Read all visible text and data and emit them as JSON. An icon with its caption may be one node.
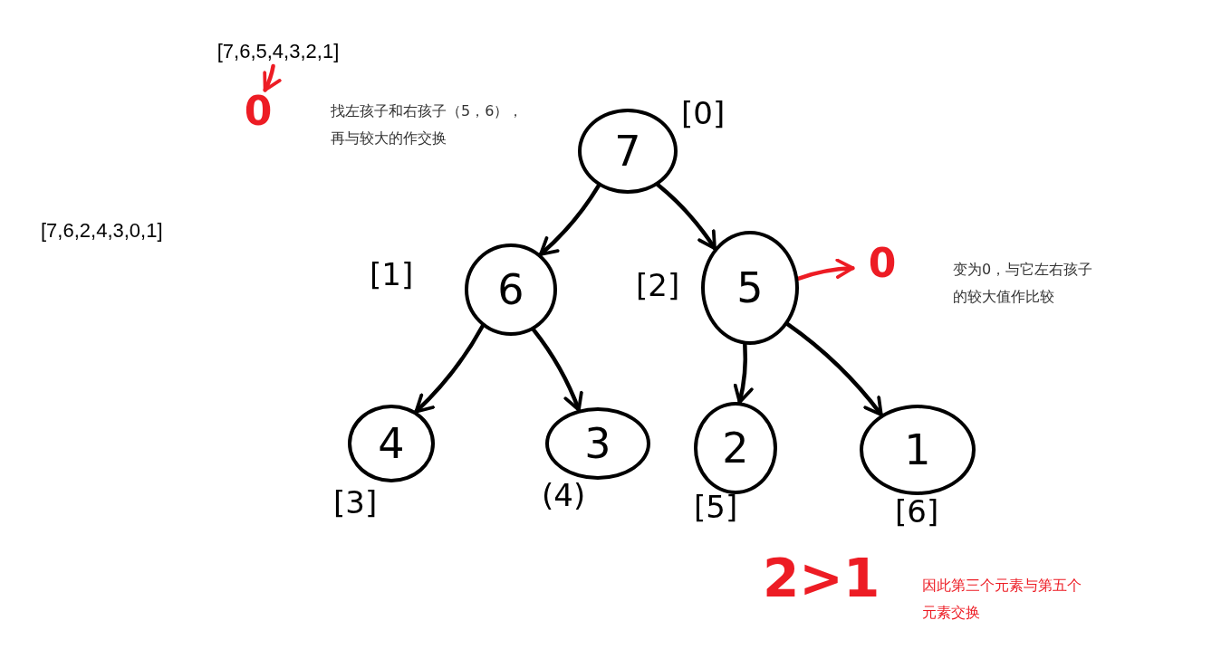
{
  "diagram": {
    "nodes": [
      {
        "text": [
          "7"
        ],
        "beside": [
          "[0]"
        ]
      },
      {
        "text": [
          "6"
        ],
        "beside": [
          "[1]"
        ]
      },
      {
        "text": [
          "5"
        ],
        "beside": [
          "[2]"
        ]
      },
      {
        "text": [
          "4"
        ],
        "beside": [
          "[3]"
        ]
      },
      {
        "text": [
          "3"
        ],
        "beside": [
          "(4)"
        ]
      },
      {
        "text": [
          "2"
        ],
        "beside": [
          "[5]"
        ]
      },
      {
        "text": [
          "1"
        ],
        "beside": [
          "[6]"
        ]
      },
      {
        "text": [
          "0"
        ]
      },
      {
        "text": [
          "[7,6,5,4,3,2,1]"
        ]
      },
      {
        "text": [
          "0"
        ]
      }
    ],
    "edges": [
      {
        "from": 0,
        "to": 1,
        "arrow": "to"
      },
      {
        "from": 0,
        "to": 2,
        "arrow": "to"
      },
      {
        "from": 1,
        "to": 3,
        "arrow": "to"
      },
      {
        "from": 1,
        "to": 4,
        "arrow": "to"
      },
      {
        "from": 2,
        "to": 5,
        "arrow": "to"
      },
      {
        "from": 2,
        "to": 6,
        "arrow": "to"
      },
      {
        "from": 8,
        "to": 7,
        "arrow": "to",
        "color": "#ed1c24"
      },
      {
        "from": 2,
        "to": 9,
        "arrow": "to",
        "color": "#ed1c24"
      }
    ],
    "labels": [
      "找左孩子和右孩子（5，6），再与较大的作交换",
      "[7,6,2,4,3,0,1]",
      "变为0，与它左右孩子的较大值作比较",
      "2>1",
      "因此第三个元素与第五个元素交换"
    ]
  }
}
